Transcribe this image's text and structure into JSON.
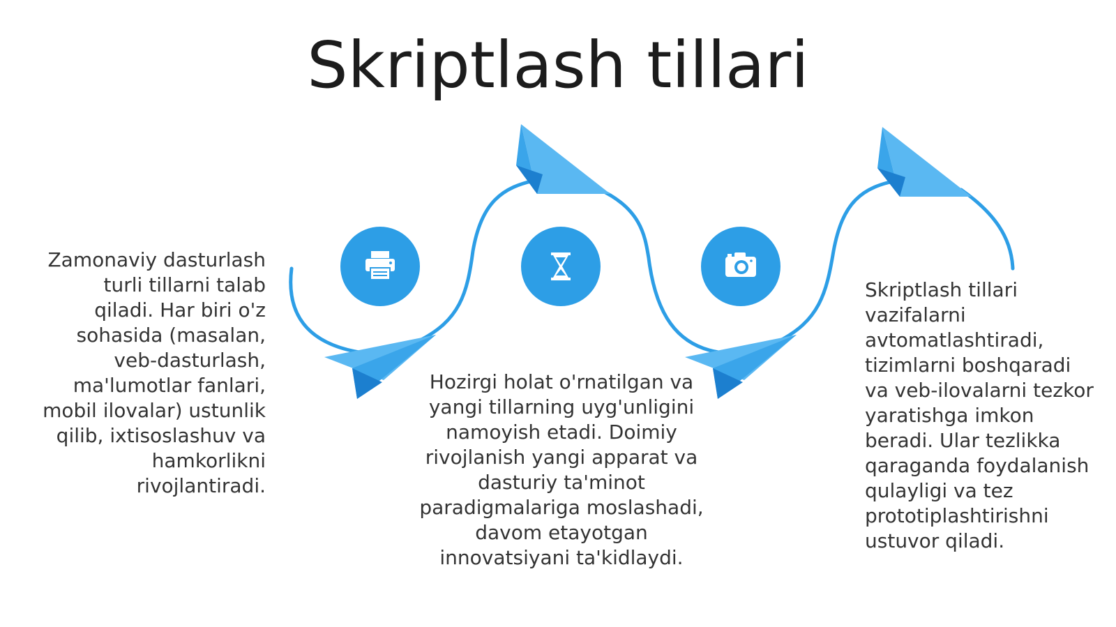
{
  "title": "Skriptlash tillari",
  "colors": {
    "accent": "#2d9ee6",
    "arrow_light": "#5ab8f2",
    "arrow_mid": "#3aa5ea",
    "arrow_dark": "#1c7fcf",
    "text": "#333333"
  },
  "steps": [
    {
      "icon": "printer-icon",
      "text": "Zamonaviy dasturlash turli tillarni talab qiladi. Har biri o'z sohasida (masalan, veb-dasturlash, ma'lumotlar fanlari, mobil ilovalar) ustunlik qilib, ixtisoslashuv va hamkorlikni rivojlantiradi."
    },
    {
      "icon": "hourglass-icon",
      "text": "Hozirgi holat o'rnatilgan va yangi tillarning uyg'unligini namoyish etadi.  Doimiy rivojlanish yangi apparat va dasturiy ta'minot paradigmalariga moslashadi, davom etayotgan innovatsiyani ta'kidlaydi."
    },
    {
      "icon": "camera-icon",
      "text": "Skriptlash tillari vazifalarni avtomatlashtiradi, tizimlarni boshqaradi va veb-ilovalarni tezkor yaratishga imkon beradi. Ular tezlikka qaraganda foydalanish qulayligi va tez prototiplashtirishni ustuvor qiladi."
    }
  ]
}
